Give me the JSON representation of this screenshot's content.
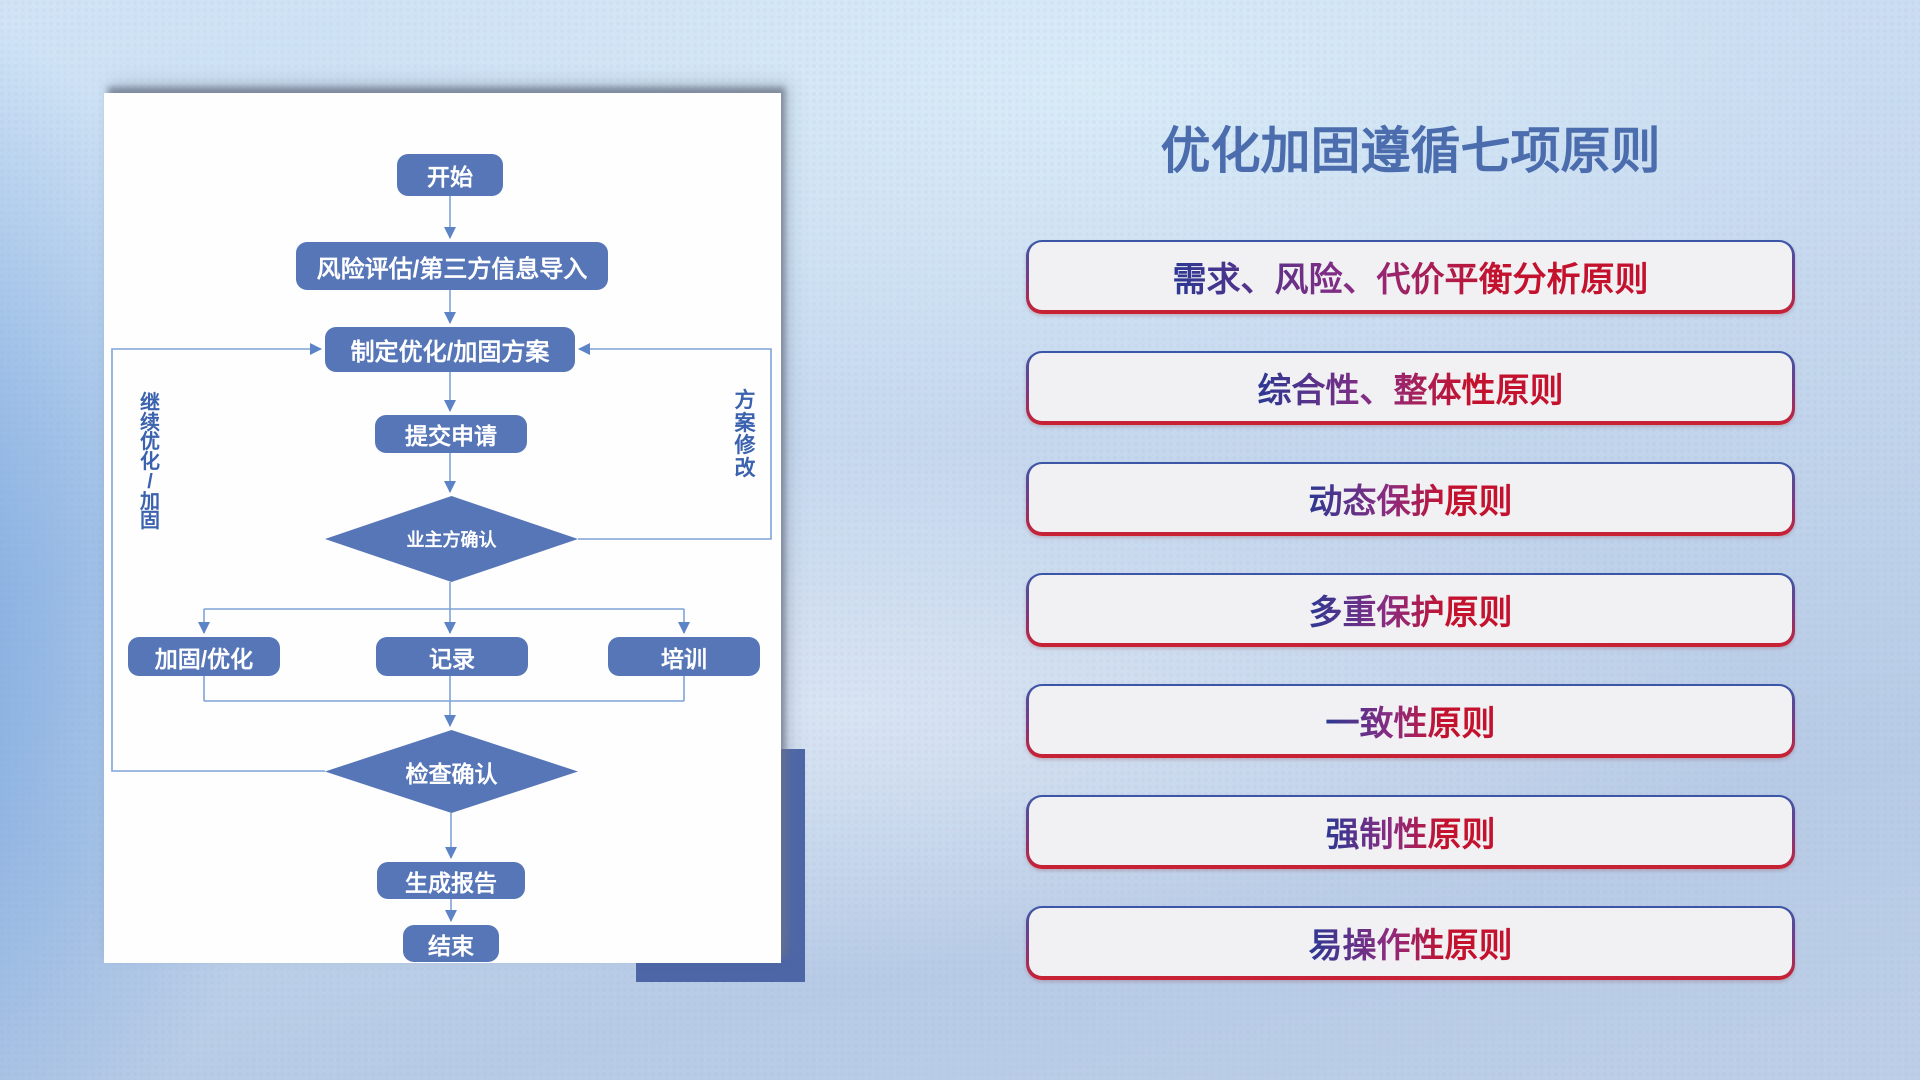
{
  "slide": {
    "title": "优化加固遵循七项原则",
    "flowchart": {
      "nodes": {
        "start": "开始",
        "risk_import": "风险评估/第三方信息导入",
        "make_plan": "制定优化/加固方案",
        "submit": "提交申请",
        "owner_confirm": "业主方确认",
        "reinforce_optimize": "加固/优化",
        "record": "记录",
        "training": "培训",
        "check_confirm": "检查确认",
        "report": "生成报告",
        "end": "结束"
      },
      "edge_labels": {
        "continue_loop": "继续优化/加固",
        "modify_loop": "方案修改"
      }
    },
    "principles": [
      "需求、风险、代价平衡分析原则",
      "综合性、整体性原则",
      "动态保护原则",
      "多重保护原则",
      "一致性原则",
      "强制性原则",
      "易操作性原则"
    ],
    "colors": {
      "background_top": "#d0e4f6",
      "background_bottom": "#b7cbe6",
      "card": "#fefefe",
      "accent_square": "#4d66a6",
      "node_fill": "#5776b8",
      "node_text": "#ffffff",
      "connector_line": "#7ea3d7",
      "connector_arrow": "#5b83c5",
      "loop_label": "#3b62ae",
      "title": "#4b6cad",
      "pill_fill": "#f1f1f4",
      "pill_border_top": "#3a57a8",
      "pill_border_bottom": "#cc2030",
      "pill_text_start": "#2c3892",
      "pill_text_mid": "#8a2c82",
      "pill_text_end": "#c4122e"
    }
  }
}
